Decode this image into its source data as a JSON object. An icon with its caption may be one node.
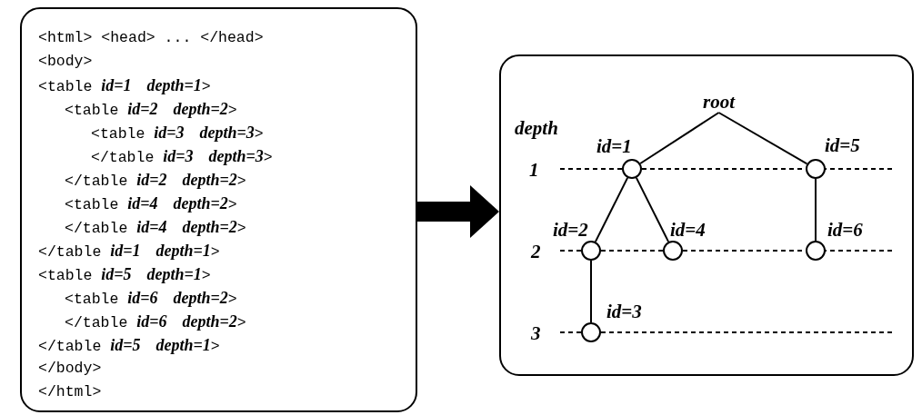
{
  "diagram": {
    "nodes": [
      {
        "text": [
          "<html> <head> ... </head>",
          "<body>",
          "<table **id=1  depth=1**>",
          "<table **id=2  depth=2**>",
          "<table **id=3  depth=3**>",
          "</table **id=3  depth=3**>",
          "</table **id=2  depth=2**>",
          "<table **id=4  depth=2**>",
          "</table **id=4  depth=2**>",
          "</table **id=1  depth=1**>",
          "<table **id=5  depth=1**>",
          "<table **id=6  depth=2**>",
          "</table **id=6  depth=2**>",
          "</table **id=5  depth=1**>",
          "</body>",
          "</html>"
        ]
      },
      {
        "text": [],
        "shape": "box"
      },
      {
        "text": [
          "root"
        ],
        "in": 1
      },
      {
        "text": [],
        "shape": "circle",
        "beside": [
          "id=1"
        ],
        "in": 1
      },
      {
        "text": [],
        "shape": "circle",
        "beside": [
          "id=5"
        ],
        "in": 1
      },
      {
        "text": [],
        "shape": "circle",
        "beside": [
          "id=2"
        ],
        "in": 1
      },
      {
        "text": [],
        "shape": "circle",
        "beside": [
          "id=4"
        ],
        "in": 1
      },
      {
        "text": [],
        "shape": "circle",
        "beside": [
          "id=6"
        ],
        "in": 1
      },
      {
        "text": [],
        "shape": "circle",
        "beside": [
          "id=3"
        ],
        "in": 1
      }
    ],
    "edges": [
      {
        "from": 0,
        "to": 1,
        "arrow": "to",
        "style": "thick"
      },
      {
        "from": 2,
        "to": 3,
        "arrow": "none"
      },
      {
        "from": 2,
        "to": 4,
        "arrow": "none"
      },
      {
        "from": 3,
        "to": 5,
        "arrow": "none"
      },
      {
        "from": 3,
        "to": 6,
        "arrow": "none"
      },
      {
        "from": 4,
        "to": 7,
        "arrow": "none"
      },
      {
        "from": 5,
        "to": 8,
        "arrow": "none"
      }
    ],
    "labels": [
      "depth",
      "1",
      "2",
      "3"
    ]
  }
}
